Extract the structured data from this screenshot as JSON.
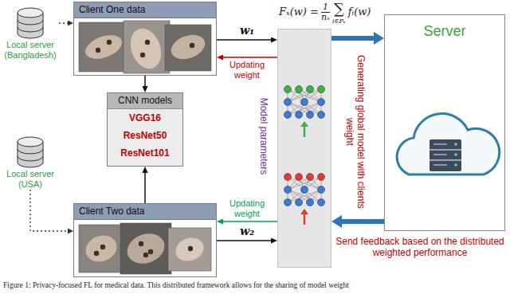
{
  "diagram": {
    "caption": "Figure 1: Privacy-focused FL for medical data. This distributed framework allows for the sharing of model weight",
    "nodes": [
      {
        "text": [
          "Client One data"
        ]
      },
      {
        "text": [
          "CNN models",
          "VGG16",
          "ResNet50",
          "ResNet101"
        ]
      },
      {
        "text": [
          "Client Two data"
        ]
      },
      {
        "text": [
          "Local server (Bangladesh)"
        ]
      },
      {
        "text": [
          "Local server (USA)"
        ]
      },
      {
        "text": [
          "Model parameters"
        ]
      },
      {
        "text": [
          "Server"
        ]
      }
    ],
    "edges": [
      {
        "from": 3,
        "to": 0,
        "arrow": "to"
      },
      {
        "from": 4,
        "to": 2,
        "arrow": "to"
      },
      {
        "from": 0,
        "to": 1,
        "arrow": "to"
      },
      {
        "from": 2,
        "to": 1,
        "arrow": "to"
      },
      {
        "from": 0,
        "to": 5,
        "label": "w₁",
        "arrow": "to"
      },
      {
        "from": 5,
        "to": 0,
        "label": "Updating weight",
        "arrow": "to"
      },
      {
        "from": 2,
        "to": 5,
        "label": "w₂",
        "arrow": "to"
      },
      {
        "from": 5,
        "to": 2,
        "label": "Updating weight",
        "arrow": "to"
      },
      {
        "from": 5,
        "to": 6,
        "arrow": "to"
      },
      {
        "from": 6,
        "to": 5,
        "arrow": "to"
      }
    ],
    "labels": [
      "Generating global model with clients weight",
      "Send feedback based on the distributed weighted performance",
      "Fₓ(w) =",
      "1",
      "nₓ",
      "∑",
      "i∈Pₖ",
      "fᵢ(w)"
    ]
  }
}
